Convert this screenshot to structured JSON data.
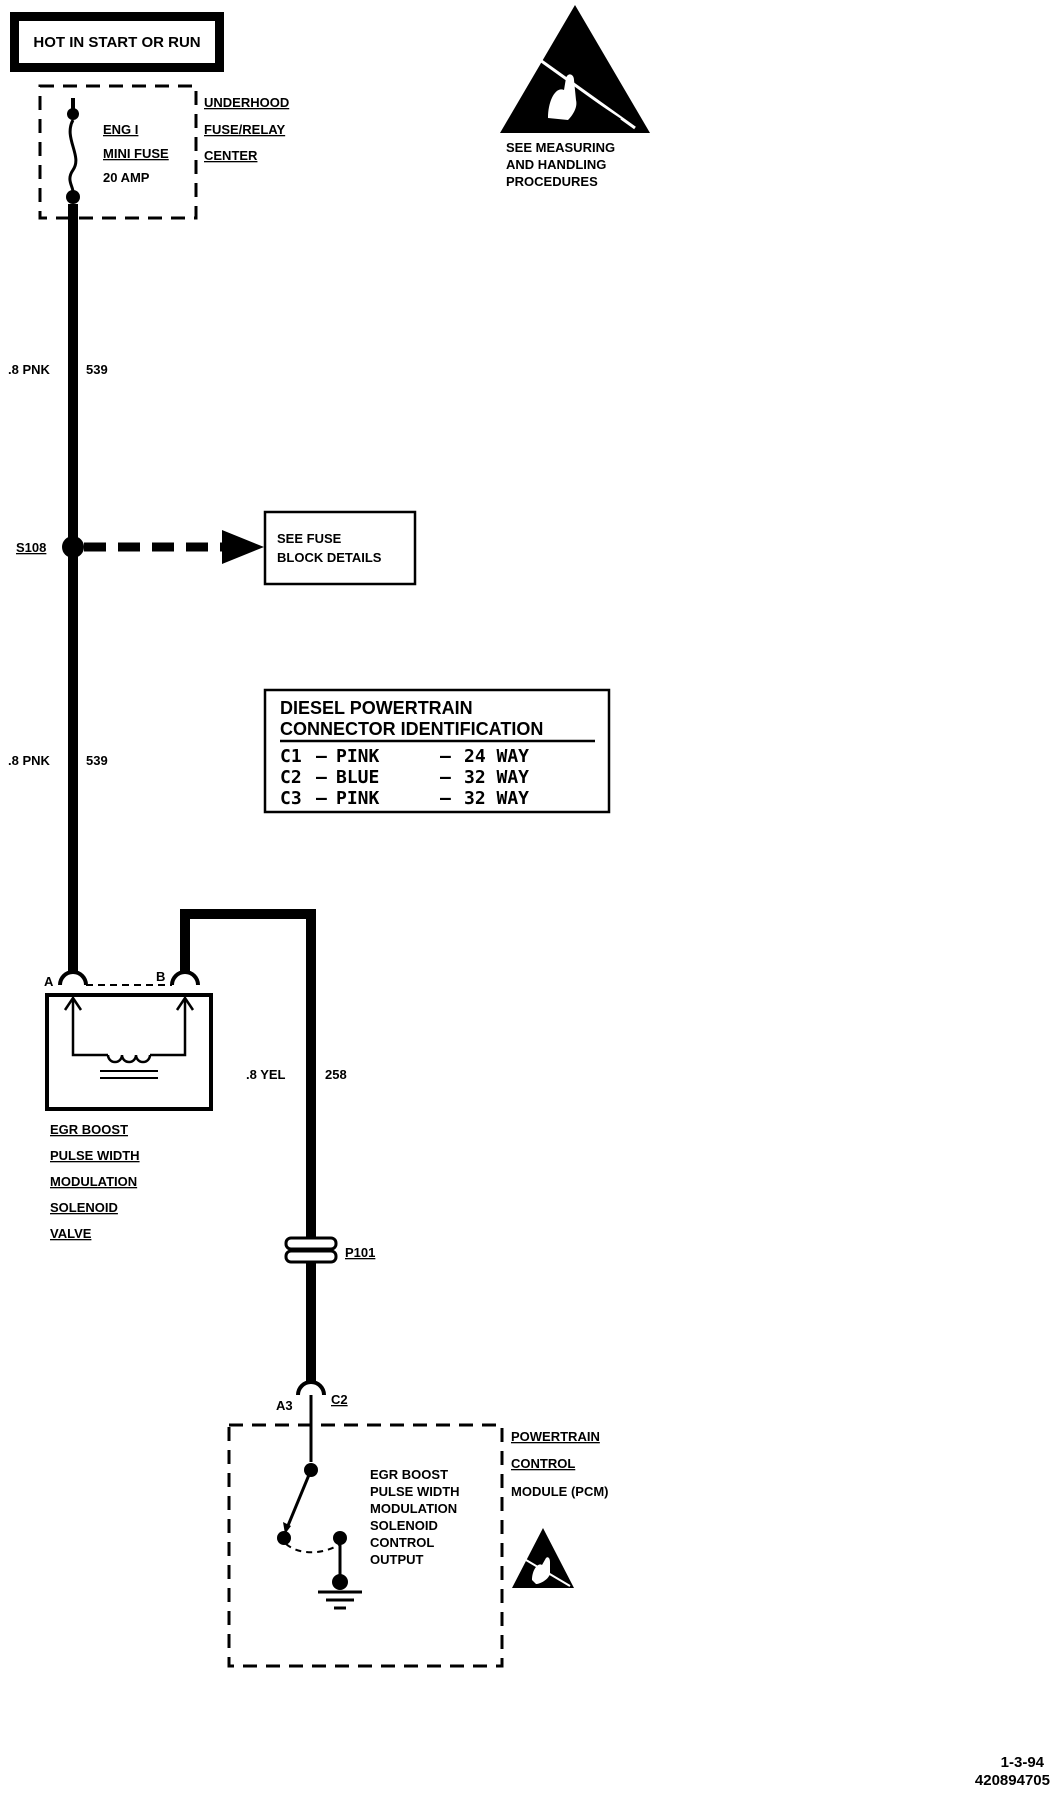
{
  "power_source": {
    "label": "HOT IN START OR RUN"
  },
  "fuse": {
    "name": "ENG I",
    "type": "MINI FUSE",
    "rating": "20 AMP",
    "location_lines": [
      "UNDERHOOD",
      "FUSE/RELAY",
      "CENTER"
    ]
  },
  "esd_notice": {
    "icon": "esd-warning-icon",
    "lines": [
      "SEE MEASURING",
      "AND HANDLING",
      "PROCEDURES"
    ]
  },
  "wires": {
    "upper_feed": {
      "gauge_color": ".8 PNK",
      "circuit": "539"
    },
    "lower_feed": {
      "gauge_color": ".8 PNK",
      "circuit": "539"
    },
    "control": {
      "gauge_color": ".8 YEL",
      "circuit": "258"
    }
  },
  "splice": {
    "id": "S108",
    "ref_lines": [
      "SEE FUSE",
      "BLOCK DETAILS"
    ]
  },
  "connector_id": {
    "title_lines": [
      "DIESEL POWERTRAIN",
      "CONNECTOR IDENTIFICATION"
    ],
    "rows": [
      {
        "conn": "C1",
        "color": "PINK",
        "ways": "24 WAY"
      },
      {
        "conn": "C2",
        "color": "BLUE",
        "ways": "32 WAY"
      },
      {
        "conn": "C3",
        "color": "PINK",
        "ways": "32 WAY"
      }
    ]
  },
  "solenoid": {
    "pin_a": "A",
    "pin_b": "B",
    "name_lines": [
      "EGR BOOST",
      "PULSE WIDTH",
      "MODULATION",
      "SOLENOID",
      "VALVE"
    ]
  },
  "pass_through": {
    "id": "P101"
  },
  "pcm": {
    "pin": "A3",
    "connector": "C2",
    "output_lines": [
      "EGR BOOST",
      "PULSE WIDTH",
      "MODULATION",
      "SOLENOID",
      "CONTROL",
      "OUTPUT"
    ],
    "name_lines": [
      "POWERTRAIN",
      "CONTROL",
      "MODULE (PCM)"
    ],
    "esd_icon": "esd-warning-icon"
  },
  "footer": {
    "date": "1-3-94",
    "code": "420894705"
  }
}
